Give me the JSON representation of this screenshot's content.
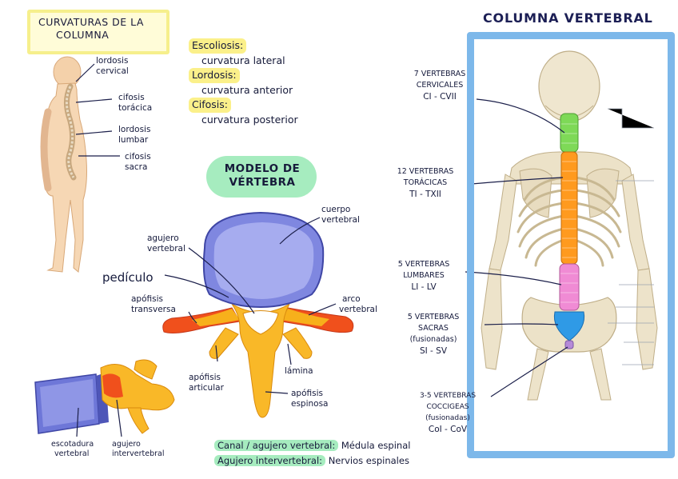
{
  "header": {
    "title_line1": "CURVATURAS DE LA",
    "title_line2": "COLUMNA"
  },
  "body_figure_labels": [
    {
      "line1": "lordosis",
      "line2": "cervical"
    },
    {
      "line1": "cifosis",
      "line2": "torácica"
    },
    {
      "line1": "lordosis",
      "line2": "lumbar"
    },
    {
      "line1": "cifosis",
      "line2": "sacra"
    }
  ],
  "definitions": [
    {
      "term": "Escoliosis:",
      "desc": "curvatura lateral"
    },
    {
      "term": "Lordosis:",
      "desc": "curvatura anterior"
    },
    {
      "term": "Cifosis:",
      "desc": "curvatura posterior"
    }
  ],
  "vertebra_model": {
    "title_line1": "MODELO DE",
    "title_line2": "VÉRTEBRA",
    "labels": {
      "cuerpo_l1": "cuerpo",
      "cuerpo_l2": "vertebral",
      "agujero_l1": "agujero",
      "agujero_l2": "vertebral",
      "pediculo": "pedículo",
      "transversa_l1": "apófisis",
      "transversa_l2": "transversa",
      "arco_l1": "arco",
      "arco_l2": "vertebral",
      "lamina": "lámina",
      "articular_l1": "apófisis",
      "articular_l2": "articular",
      "espinosa_l1": "apófisis",
      "espinosa_l2": "espinosa"
    }
  },
  "side_view_labels": {
    "escotadura_l1": "escotadura",
    "escotadura_l2": "vertebral",
    "interv_l1": "agujero",
    "interv_l2": "intervertebral"
  },
  "spine": {
    "title": "COLUMNA VERTEBRAL",
    "regions": [
      {
        "line1": "7 VERTEBRAS",
        "line2": "CERVICALES",
        "line3": "CI - CVII",
        "color": "#7ed957"
      },
      {
        "line1": "12 VERTEBRAS",
        "line2": "TORÁCICAS",
        "line3": "TI - TXII",
        "color": "#ff9a1f"
      },
      {
        "line1": "5 VERTEBRAS",
        "line2": "LUMBARES",
        "line3": "LI - LV",
        "color": "#f08bd4"
      },
      {
        "line1": "5 VERTEBRAS",
        "line2": "SACRAS",
        "line3": "(fusionadas)",
        "line4": "SI - SV",
        "color": "#2f9ae6"
      },
      {
        "line1": "3-5 VERTEBRAS",
        "line2": "COCCIGEAS",
        "line3": "(fusionadas)",
        "line4": "CoI - CoV",
        "color": "#b58ad8"
      }
    ]
  },
  "notes": [
    {
      "term": "Canal / agujero vertebral:",
      "desc": "Médula espinal"
    },
    {
      "term": "Agujero intervertebral:",
      "desc": "Nervios espinales"
    }
  ],
  "colors": {
    "yellow_highlight": "#fbf08a",
    "green_highlight": "#a6ecbf",
    "panel_blue": "#7db8ea",
    "vertebral_body": "#8e96e6",
    "bone_yellow": "#f7b01b",
    "bone_red": "#e8321f"
  }
}
